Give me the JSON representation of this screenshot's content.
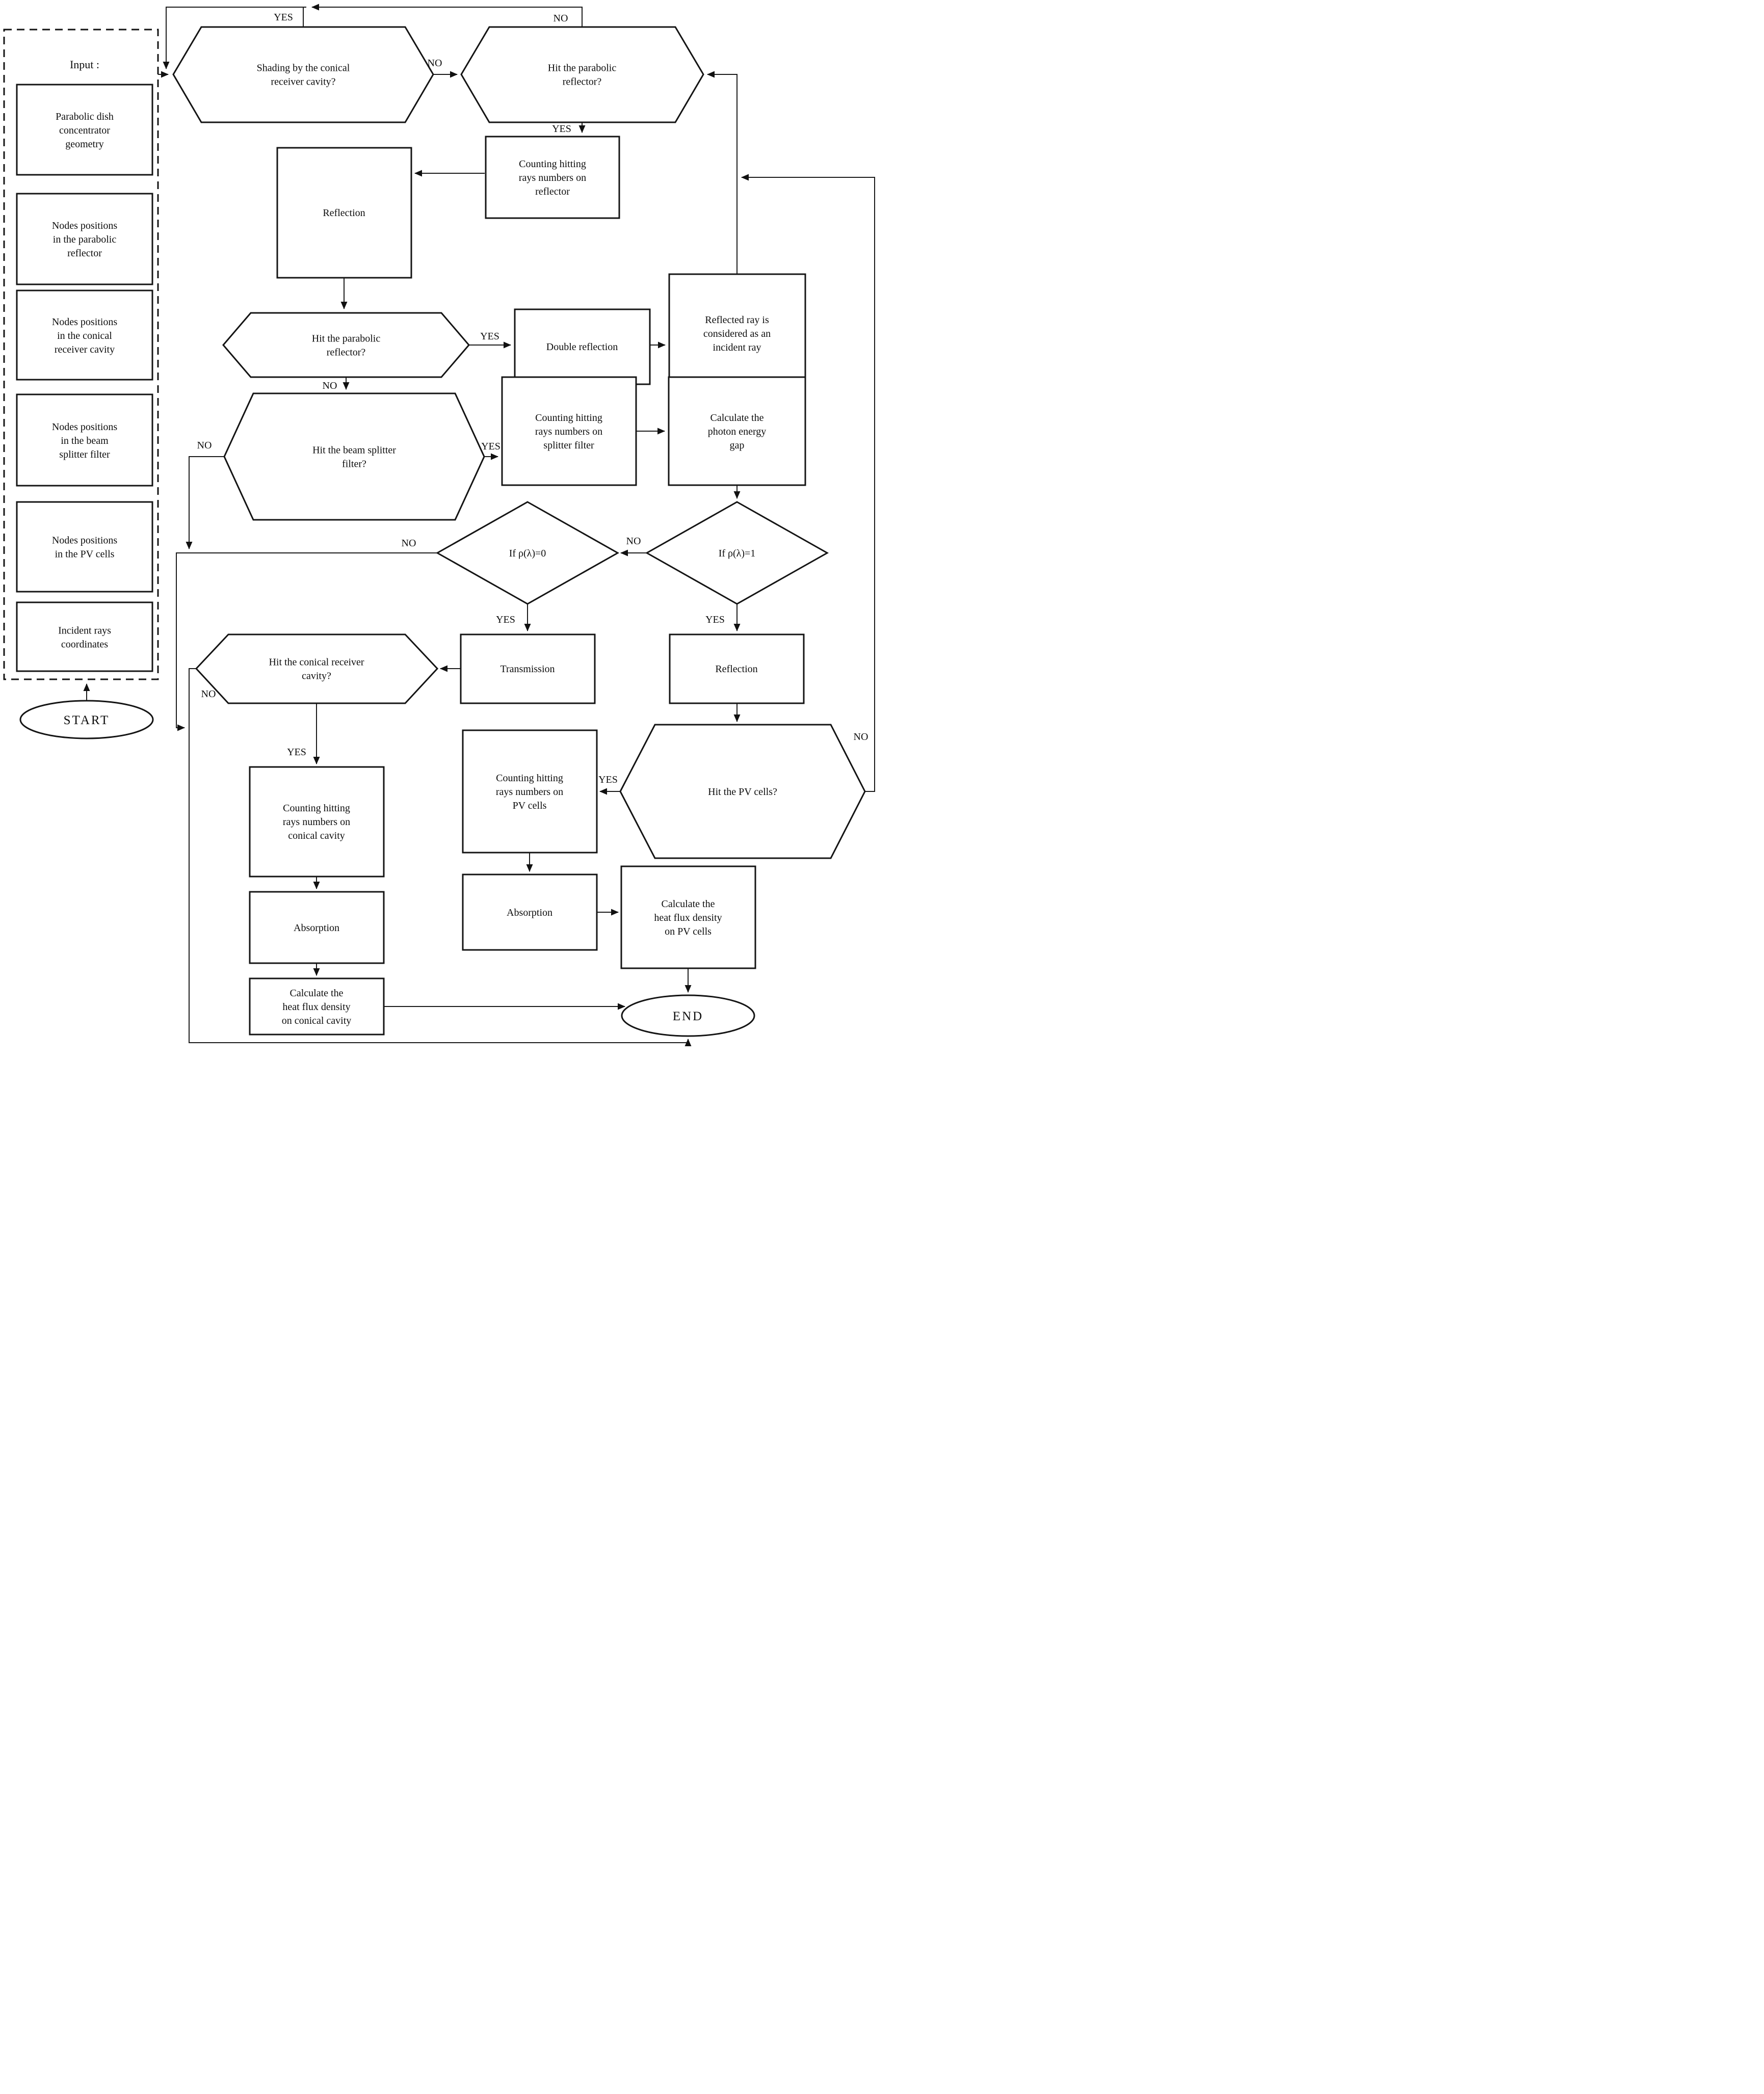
{
  "diagram": {
    "input_panel": {
      "title": "Input :",
      "items": [
        "Parabolic dish\nconcentrator\ngeometry",
        "Nodes positions\nin the parabolic\nreflector",
        "Nodes positions\nin the conical\nreceiver cavity",
        "Nodes positions\nin the beam\nsplitter filter",
        "Nodes positions\nin the PV cells",
        "Incident rays\ncoordinates"
      ]
    },
    "terminals": {
      "start": "START",
      "end": "END"
    },
    "decisions": {
      "shading": "Shading by the conical\nreceiver cavity?",
      "hit_reflector_top": "Hit the parabolic\nreflector?",
      "hit_reflector_again": "Hit the parabolic\nreflector?",
      "hit_splitter": "Hit the beam splitter\nfilter?",
      "rho_zero": "If ρ(λ)=0",
      "rho_one": "If ρ(λ)=1",
      "hit_conical": "Hit the conical receiver\ncavity?",
      "hit_pv": "Hit the PV cells?"
    },
    "processes": {
      "counting_reflector": "Counting hitting\nrays numbers on\nreflector",
      "reflection_primary": "Reflection",
      "double_reflection": "Double reflection",
      "reflected_ray": "Reflected ray is\nconsidered as an\nincident ray",
      "counting_splitter": "Counting hitting\nrays numbers on\nsplitter filter",
      "calc_photon_gap": "Calculate the\nphoton energy\ngap",
      "transmission": "Transmission",
      "reflection_splitter": "Reflection",
      "counting_conical": "Counting hitting\nrays numbers on\nconical cavity",
      "counting_pv": "Counting hitting\nrays numbers on\nPV cells",
      "absorption_conical": "Absorption",
      "absorption_pv": "Absorption",
      "calc_flux_conical": "Calculate the\nheat flux density\non conical cavity",
      "calc_flux_pv": "Calculate the\nheat flux density\non PV cells"
    },
    "edge_labels": {
      "shading_yes": "YES",
      "shading_no": "NO",
      "reflector_top_no": "NO",
      "reflector_top_yes": "YES",
      "reflector2_yes": "YES",
      "reflector2_no": "NO",
      "splitter_yes": "YES",
      "splitter_no": "NO",
      "rho1_no": "NO",
      "rho0_no": "NO",
      "rho0_yes": "YES",
      "rho1_yes": "YES",
      "conical_yes": "YES",
      "conical_no": "NO",
      "pv_yes": "YES",
      "pv_no": "NO"
    },
    "colors": {
      "stroke": "#141414",
      "background": "#ffffff",
      "text": "#0d0d0d"
    }
  }
}
